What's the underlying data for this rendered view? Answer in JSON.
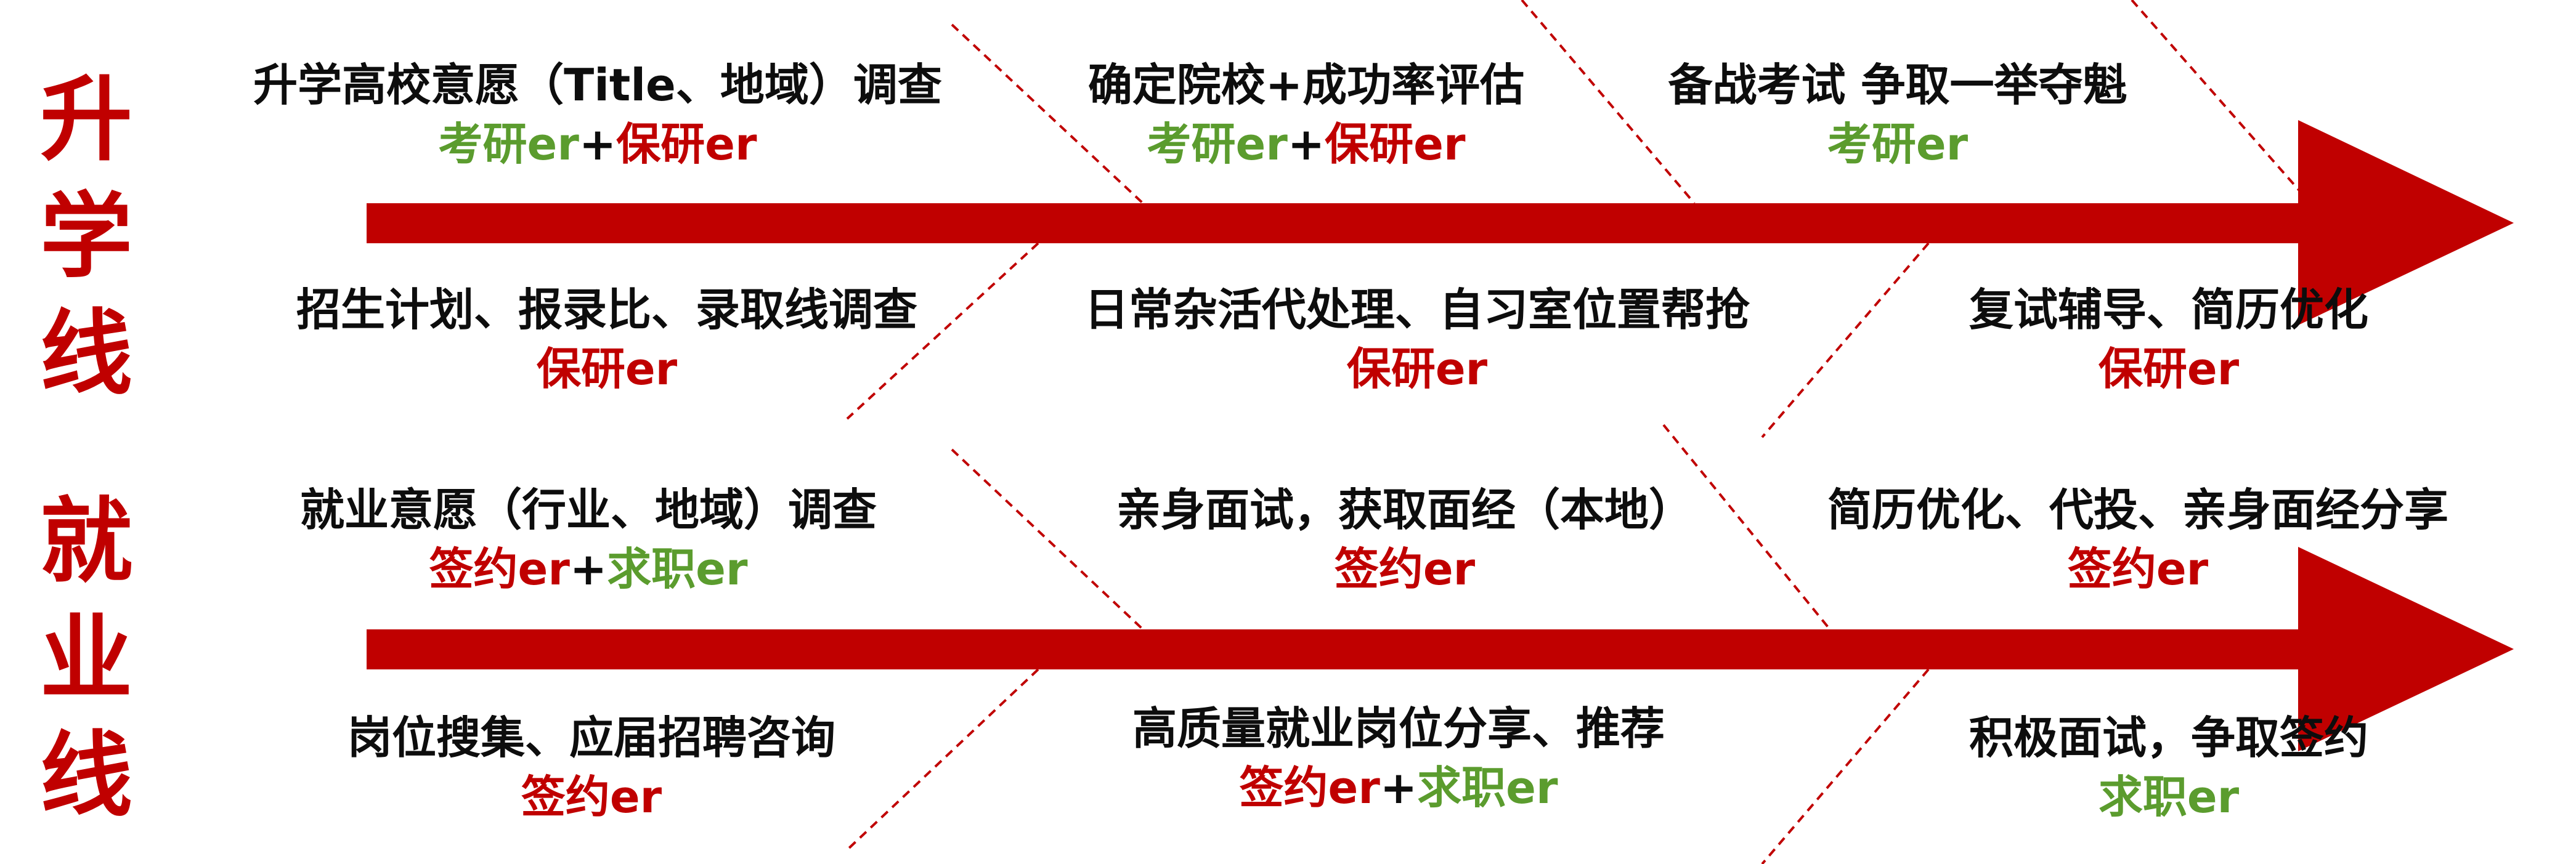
{
  "colors": {
    "arrow": "#c00000",
    "accent_red": "#c00000",
    "accent_green": "#5b9c2e",
    "text": "#0d0d0d",
    "divider": "#c00000"
  },
  "lanes": [
    {
      "title_chars": [
        "升",
        "学",
        "线"
      ],
      "items": [
        {
          "title": "升学高校意愿（Title、地域）调查",
          "tags": [
            {
              "text": "考研er",
              "color": "green"
            },
            {
              "text": "+",
              "color": "plus"
            },
            {
              "text": "保研er",
              "color": "red"
            }
          ]
        },
        {
          "title": "确定院校+成功率评估",
          "tags": [
            {
              "text": "考研er",
              "color": "green"
            },
            {
              "text": "+",
              "color": "plus"
            },
            {
              "text": "保研er",
              "color": "red"
            }
          ]
        },
        {
          "title": "备战考试 争取一举夺魁",
          "tags": [
            {
              "text": "考研er",
              "color": "green"
            }
          ]
        },
        {
          "title": "招生计划、报录比、录取线调查",
          "tags": [
            {
              "text": "保研er",
              "color": "red"
            }
          ]
        },
        {
          "title": "日常杂活代处理、自习室位置帮抢",
          "tags": [
            {
              "text": "保研er",
              "color": "red"
            }
          ]
        },
        {
          "title": "复试辅导、简历优化",
          "tags": [
            {
              "text": "保研er",
              "color": "red"
            }
          ]
        }
      ]
    },
    {
      "title_chars": [
        "就",
        "业",
        "线"
      ],
      "items": [
        {
          "title": "就业意愿（行业、地域）调查",
          "tags": [
            {
              "text": "签约er",
              "color": "red"
            },
            {
              "text": "+",
              "color": "plus"
            },
            {
              "text": "求职er",
              "color": "green"
            }
          ]
        },
        {
          "title": "亲身面试，获取面经（本地）",
          "tags": [
            {
              "text": "签约er",
              "color": "red"
            }
          ]
        },
        {
          "title": "简历优化、代投、亲身面经分享",
          "tags": [
            {
              "text": "签约er",
              "color": "red"
            }
          ]
        },
        {
          "title": "岗位搜集、应届招聘咨询",
          "tags": [
            {
              "text": "签约er",
              "color": "red"
            }
          ]
        },
        {
          "title": "高质量就业岗位分享、推荐",
          "tags": [
            {
              "text": "签约er",
              "color": "red"
            },
            {
              "text": "+",
              "color": "plus"
            },
            {
              "text": "求职er",
              "color": "green"
            }
          ]
        },
        {
          "title": "积极面试，争取签约",
          "tags": [
            {
              "text": "求职er",
              "color": "green"
            }
          ]
        }
      ]
    }
  ]
}
